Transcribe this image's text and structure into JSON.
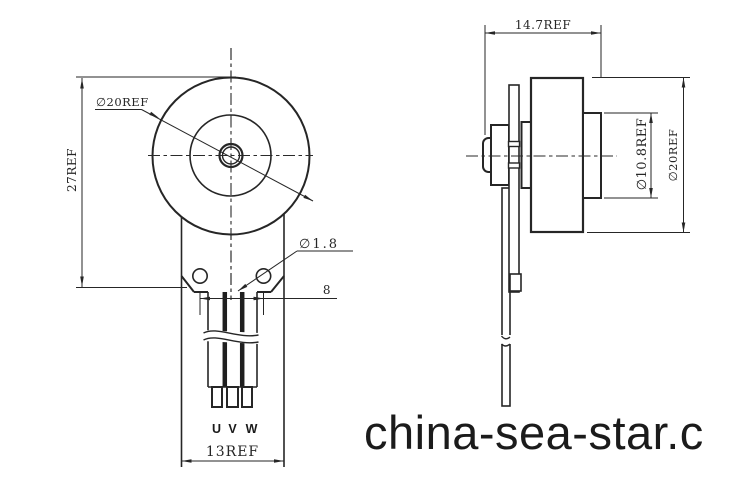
{
  "drawing": {
    "front_view": {
      "dim_height": "27REF",
      "dim_outer_dia": "∅20REF",
      "dim_hole_dia": "∅1.8",
      "dim_hole_pitch": "8",
      "dim_width": "13REF",
      "wire_labels": [
        "U",
        "V",
        "W"
      ]
    },
    "side_view": {
      "dim_depth": "14.7REF",
      "dim_hub_dia": "∅10.8REF",
      "dim_outer_dia": "∅20REF"
    },
    "watermark": "china-sea-star.c",
    "colors": {
      "line": "#262626",
      "background": "#ffffff",
      "watermark": "#1b1b1b"
    }
  }
}
